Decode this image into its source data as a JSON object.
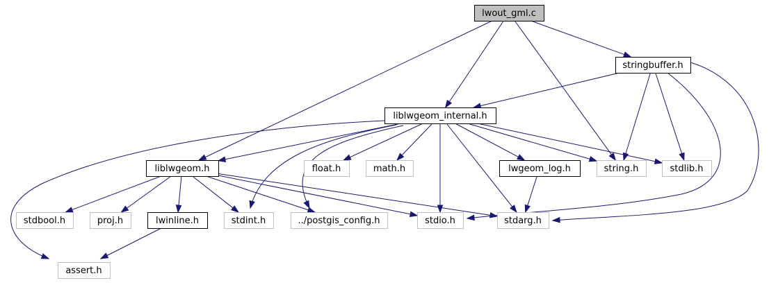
{
  "title": "lwout_gml.c include dependency graph",
  "colors": {
    "edge": "#191970",
    "root_fill": "#bfbfbf",
    "internal_border": "#000000",
    "system_border": "#bfbfbf"
  },
  "nodes": [
    {
      "id": "lwout_gml_c",
      "label": "lwout_gml.c",
      "kind": "root"
    },
    {
      "id": "stringbuffer_h",
      "label": "stringbuffer.h",
      "kind": "internal"
    },
    {
      "id": "liblwgeom_internal_h",
      "label": "liblwgeom_internal.h",
      "kind": "internal"
    },
    {
      "id": "liblwgeom_h",
      "label": "liblwgeom.h",
      "kind": "internal"
    },
    {
      "id": "float_h",
      "label": "float.h",
      "kind": "system"
    },
    {
      "id": "math_h",
      "label": "math.h",
      "kind": "system"
    },
    {
      "id": "lwgeom_log_h",
      "label": "lwgeom_log.h",
      "kind": "internal"
    },
    {
      "id": "string_h",
      "label": "string.h",
      "kind": "system"
    },
    {
      "id": "stdlib_h",
      "label": "stdlib.h",
      "kind": "system"
    },
    {
      "id": "stdbool_h",
      "label": "stdbool.h",
      "kind": "system"
    },
    {
      "id": "proj_h",
      "label": "proj.h",
      "kind": "system"
    },
    {
      "id": "lwinline_h",
      "label": "lwinline.h",
      "kind": "internal"
    },
    {
      "id": "stdint_h",
      "label": "stdint.h",
      "kind": "system"
    },
    {
      "id": "postgis_config_h",
      "label": "../postgis_config.h",
      "kind": "system"
    },
    {
      "id": "stdio_h",
      "label": "stdio.h",
      "kind": "system"
    },
    {
      "id": "stdarg_h",
      "label": "stdarg.h",
      "kind": "system"
    },
    {
      "id": "assert_h",
      "label": "assert.h",
      "kind": "system"
    }
  ],
  "edges": [
    {
      "from": "lwout_gml_c",
      "to": "liblwgeom_h"
    },
    {
      "from": "lwout_gml_c",
      "to": "liblwgeom_internal_h"
    },
    {
      "from": "lwout_gml_c",
      "to": "string_h"
    },
    {
      "from": "lwout_gml_c",
      "to": "stringbuffer_h"
    },
    {
      "from": "stringbuffer_h",
      "to": "liblwgeom_internal_h"
    },
    {
      "from": "stringbuffer_h",
      "to": "string_h"
    },
    {
      "from": "stringbuffer_h",
      "to": "stdlib_h"
    },
    {
      "from": "stringbuffer_h",
      "to": "stdio_h"
    },
    {
      "from": "stringbuffer_h",
      "to": "stdarg_h"
    },
    {
      "from": "liblwgeom_internal_h",
      "to": "liblwgeom_h"
    },
    {
      "from": "liblwgeom_internal_h",
      "to": "assert_h"
    },
    {
      "from": "liblwgeom_internal_h",
      "to": "stdint_h"
    },
    {
      "from": "liblwgeom_internal_h",
      "to": "postgis_config_h"
    },
    {
      "from": "liblwgeom_internal_h",
      "to": "float_h"
    },
    {
      "from": "liblwgeom_internal_h",
      "to": "math_h"
    },
    {
      "from": "liblwgeom_internal_h",
      "to": "stdio_h"
    },
    {
      "from": "liblwgeom_internal_h",
      "to": "stdarg_h"
    },
    {
      "from": "liblwgeom_internal_h",
      "to": "lwgeom_log_h"
    },
    {
      "from": "liblwgeom_internal_h",
      "to": "string_h"
    },
    {
      "from": "liblwgeom_internal_h",
      "to": "stdlib_h"
    },
    {
      "from": "liblwgeom_h",
      "to": "stdbool_h"
    },
    {
      "from": "liblwgeom_h",
      "to": "proj_h"
    },
    {
      "from": "liblwgeom_h",
      "to": "lwinline_h"
    },
    {
      "from": "liblwgeom_h",
      "to": "stdint_h"
    },
    {
      "from": "liblwgeom_h",
      "to": "postgis_config_h"
    },
    {
      "from": "liblwgeom_h",
      "to": "stdio_h"
    },
    {
      "from": "liblwgeom_h",
      "to": "stdarg_h"
    },
    {
      "from": "lwgeom_log_h",
      "to": "stdarg_h"
    },
    {
      "from": "lwinline_h",
      "to": "assert_h"
    }
  ]
}
